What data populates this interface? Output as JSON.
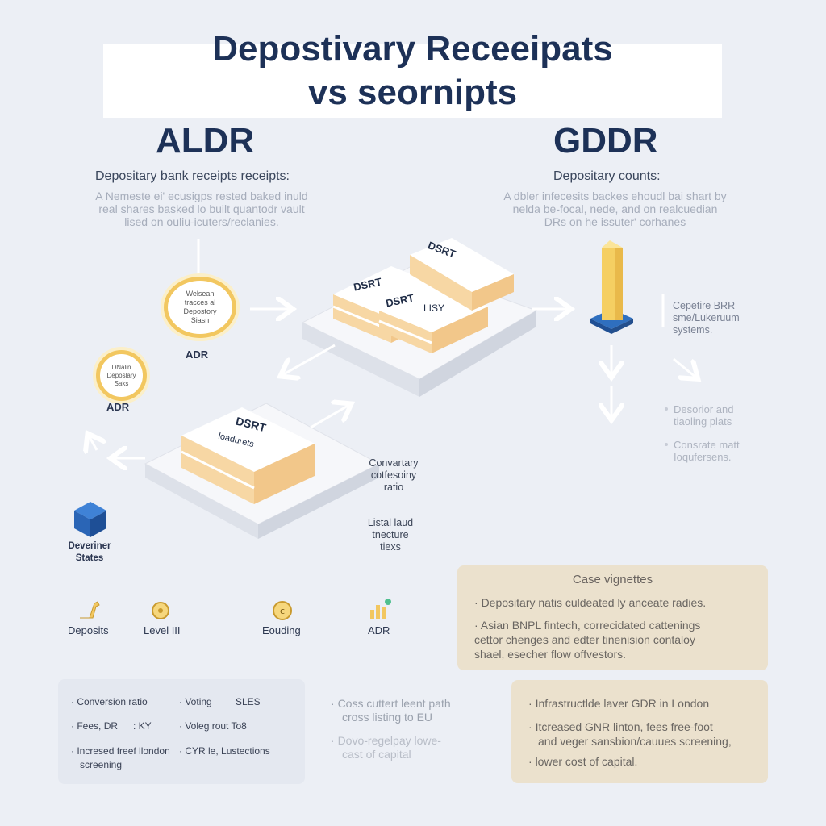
{
  "title": {
    "line1": "Depostivary Receeipats",
    "line2": "vs seornipts"
  },
  "left": {
    "heading": "ALDR",
    "subheading": "Depositary bank receipts receipts:",
    "blurb": [
      "A Nemeste ei' ecusigps rested baked inuld",
      "real shares basked lo built quantodr vault",
      "lised on ouliu-icuters/reclanies."
    ],
    "coin_large_text": [
      "Welsean",
      "tracces al",
      "Depostory",
      "Siasn"
    ],
    "coin_large_label": "ADR",
    "coin_small_text": [
      "DNalin",
      "Deposlary",
      "Saks"
    ],
    "coin_small_label": "ADR",
    "depositor_label": [
      "Deveriner",
      "States"
    ]
  },
  "right": {
    "heading": "GDDR",
    "subheading": "Depositary counts:",
    "blurb": [
      "A dbler infecesits backes ehoudl bai shart by",
      "nelda be-focal, nede, and on realcuedian",
      "DRs on he issuter' corhanes"
    ],
    "side_note": [
      "Cepetire BRR",
      "sme/Lukeruum",
      "systems."
    ],
    "bullets": [
      [
        "Desorior and",
        "tiaoling plats"
      ],
      [
        "Consrate matt",
        "Ioqufersens."
      ]
    ]
  },
  "stacks": {
    "top_labels": [
      "DSRT",
      "DSRT",
      "DSRT",
      "LISY"
    ],
    "bottom_label": "DSRT",
    "bottom_sublabel": "loadurets"
  },
  "center_notes": {
    "ratio": [
      "Convartary",
      "cotfesoiny",
      "ratio"
    ],
    "listed": [
      "Listal laud",
      "tnecture",
      "tiexs"
    ]
  },
  "icons": [
    {
      "name": "deposits-icon",
      "label": "Deposits"
    },
    {
      "name": "level-icon",
      "label": "Level III"
    },
    {
      "name": "eouding-icon",
      "label": "Eouding"
    },
    {
      "name": "adr-chart-icon",
      "label": "ADR"
    }
  ],
  "case_card": {
    "title": "Case vignettes",
    "items": [
      [
        "Depositary natis culdeated ly anceate radies."
      ],
      [
        "Asian BNPL fintech, correcidated cattenings",
        "cettor chenges and edter tinenision contaloy",
        "shael, esecher flow offvestors."
      ]
    ]
  },
  "bottom_left": {
    "rows": [
      [
        "Conversion ratio",
        "Voting",
        "SLES"
      ],
      [
        "Fees, DR",
        "KY",
        "Voleg rout To8"
      ],
      [
        "Incresed freef llondon",
        "CYR le, Lustections"
      ]
    ],
    "last_line": "screening"
  },
  "bottom_mid": {
    "items": [
      [
        "Coss cuttert leent path",
        "cross listing to EU"
      ],
      [
        "Dovo-regelpay lowe-",
        "cast of capital"
      ]
    ]
  },
  "bottom_right": {
    "items": [
      [
        "Infrastructlde laver GDR in London"
      ],
      [
        "Itcreased GNR linton, fees free-foot",
        "and veger sansbion/cauues screening,"
      ],
      [
        "lower cost of capital."
      ]
    ]
  },
  "colors": {
    "navy": "#1d3157",
    "gold": "#f2c760",
    "blue": "#2f6fbf",
    "beige": "#ebe1cd"
  }
}
